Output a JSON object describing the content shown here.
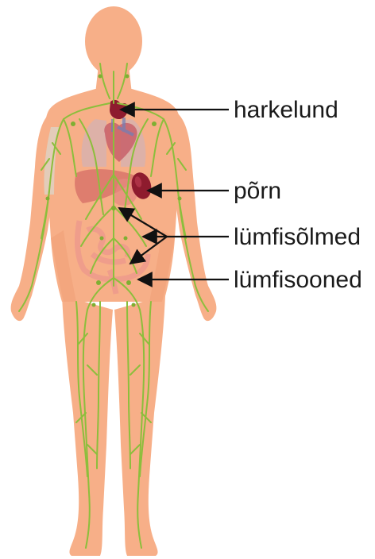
{
  "labels": {
    "thymus": "harkelund",
    "spleen": "põrn",
    "lymph_nodes": "lümfisõlmed",
    "lymph_vessels": "lümfisooned"
  },
  "colors": {
    "skin": "#F7AF88",
    "skin_shade": "#EE9C74",
    "lymph": "#8CBE3C",
    "thymus": "#8E1B2E",
    "spleen": "#8E1B2E",
    "heart": "#C8606A",
    "liver": "#D9746A",
    "intestine": "#EE9A8C",
    "bone": "#DDD3C6",
    "arrow": "#111111",
    "text": "#1a1a1a"
  }
}
